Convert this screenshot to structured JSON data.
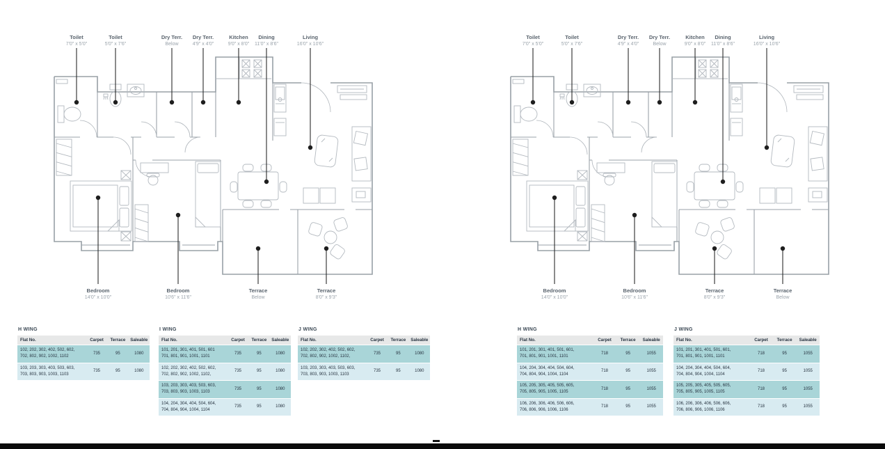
{
  "page": {
    "background": "#ffffff"
  },
  "colors": {
    "row_teal": "#a9d5d8",
    "row_blue": "#d8ebf1",
    "header_gray": "#e7e8e8",
    "table_text": "#273340",
    "wing_title": "#3c4955",
    "wall_gray": "#98a0a6",
    "furniture_gray": "#b3b9bf",
    "callout_dark": "#2a2a2a",
    "label_gray": "#59636d",
    "dims_gray": "#9aa3ab",
    "footer_black": "#0a0a0a"
  },
  "plans": [
    {
      "side": "left",
      "terrace_furniture": "right",
      "callouts_top": [
        {
          "name": "Toilet",
          "dims": "7'0\" x 5'0\""
        },
        {
          "name": "Toilet",
          "dims": "5'0\" x 7'6\""
        },
        {
          "name": "Dry Terr.",
          "dims": "Below"
        },
        {
          "name": "Dry Terr.",
          "dims": "4'9\" x 4'0\""
        },
        {
          "name": "Kitchen",
          "dims": "9'0\" x 8'0\""
        },
        {
          "name": "Dining",
          "dims": "11'0\" x 8'6\""
        },
        {
          "name": "Living",
          "dims": "16'0\" x 10'6\""
        }
      ],
      "callouts_bottom": [
        {
          "name": "Bedroom",
          "dims": "14'0\" x 10'0\""
        },
        {
          "name": "Bedroom",
          "dims": "10'6\" x 11'6\""
        },
        {
          "name": "Terrace",
          "dims": "Below"
        },
        {
          "name": "Terrace",
          "dims": "8'0\" x 9'3\""
        }
      ]
    },
    {
      "side": "right",
      "terrace_furniture": "left",
      "callouts_top": [
        {
          "name": "Toilet",
          "dims": "7'0\" x 5'0\""
        },
        {
          "name": "Toilet",
          "dims": "5'0\" x 7'6\""
        },
        {
          "name": "Dry Terr.",
          "dims": "4'9\" x 4'0\""
        },
        {
          "name": "Dry Terr.",
          "dims": "Below"
        },
        {
          "name": "Kitchen",
          "dims": "9'0\" x 8'0\""
        },
        {
          "name": "Dining",
          "dims": "11'0\" x 8'6\""
        },
        {
          "name": "Living",
          "dims": "16'0\" x 10'6\""
        }
      ],
      "callouts_bottom": [
        {
          "name": "Bedroom",
          "dims": "14'0\" x 10'0\""
        },
        {
          "name": "Bedroom",
          "dims": "10'6\" x 11'6\""
        },
        {
          "name": "Terrace",
          "dims": "8'0\" x 9'3\""
        },
        {
          "name": "Terrace",
          "dims": "Below"
        }
      ]
    }
  ],
  "table_columns": [
    "Flat No.",
    "Carpet",
    "Terrace",
    "Saleable"
  ],
  "table_groups": [
    {
      "tables": [
        {
          "wing": "H WING",
          "rows": [
            {
              "flats_line1": "102, 202, 302, 402, 502, 602,",
              "flats_line2": "702, 802, 902, 1002, 1102",
              "carpet": "735",
              "terrace": "95",
              "saleable": "1080"
            },
            {
              "flats_line1": "103, 203, 303, 403, 503, 603,",
              "flats_line2": "703, 803, 903, 1003, 1103",
              "carpet": "735",
              "terrace": "95",
              "saleable": "1080"
            }
          ]
        },
        {
          "wing": "I WING",
          "rows": [
            {
              "flats_line1": "101, 201, 301, 401, 501, 601",
              "flats_line2": "701, 801, 901, 1001, 1101",
              "carpet": "735",
              "terrace": "95",
              "saleable": "1080"
            },
            {
              "flats_line1": "102, 202, 302, 402, 502, 602,",
              "flats_line2": "702, 802, 902, 1002, 1102,",
              "carpet": "735",
              "terrace": "95",
              "saleable": "1080"
            },
            {
              "flats_line1": "103, 203, 303, 403, 503, 603,",
              "flats_line2": "703, 803, 903, 1003, 1103",
              "carpet": "735",
              "terrace": "95",
              "saleable": "1080"
            },
            {
              "flats_line1": "104, 204, 304, 404, 504, 604,",
              "flats_line2": "704, 804, 904, 1004, 1104",
              "carpet": "735",
              "terrace": "95",
              "saleable": "1080"
            }
          ]
        },
        {
          "wing": "J WING",
          "rows": [
            {
              "flats_line1": "102, 202, 302, 402, 502, 602,",
              "flats_line2": "702, 802, 902, 1002, 1102,",
              "carpet": "735",
              "terrace": "95",
              "saleable": "1080"
            },
            {
              "flats_line1": "103, 203, 303, 403, 503, 603,",
              "flats_line2": "703, 803, 903, 1003, 1103",
              "carpet": "735",
              "terrace": "95",
              "saleable": "1080"
            }
          ]
        }
      ]
    },
    {
      "tables": [
        {
          "wing": "H WING",
          "rows": [
            {
              "flats_line1": "101, 201, 301, 401, 501, 601,",
              "flats_line2": "701, 801, 901, 1001, 1101",
              "carpet": "718",
              "terrace": "95",
              "saleable": "1055"
            },
            {
              "flats_line1": "104, 204, 304, 404, 504, 604,",
              "flats_line2": "704, 804, 904, 1004, 1104",
              "carpet": "718",
              "terrace": "95",
              "saleable": "1055"
            },
            {
              "flats_line1": "105, 205, 305, 405, 505, 605,",
              "flats_line2": "705, 805, 905, 1005, 1105",
              "carpet": "718",
              "terrace": "95",
              "saleable": "1055"
            },
            {
              "flats_line1": "106, 206, 306, 406, 506, 606,",
              "flats_line2": "706, 806, 906, 1006, 1106",
              "carpet": "718",
              "terrace": "95",
              "saleable": "1055"
            }
          ]
        },
        {
          "wing": "J WING",
          "rows": [
            {
              "flats_line1": "101, 201, 301, 401, 501, 601,",
              "flats_line2": "701, 801, 901, 1001, 1101",
              "carpet": "718",
              "terrace": "95",
              "saleable": "1055"
            },
            {
              "flats_line1": "104, 204, 304, 404, 504, 604,",
              "flats_line2": "704, 804, 904, 1004, 1104",
              "carpet": "718",
              "terrace": "95",
              "saleable": "1055"
            },
            {
              "flats_line1": "105, 205, 305, 405, 505, 605,",
              "flats_line2": "705, 805, 905, 1005, 1105",
              "carpet": "718",
              "terrace": "95",
              "saleable": "1055"
            },
            {
              "flats_line1": "106, 206, 306, 406, 506, 606,",
              "flats_line2": "706, 806, 906, 1006, 1106",
              "carpet": "718",
              "terrace": "95",
              "saleable": "1055"
            }
          ]
        }
      ]
    }
  ]
}
